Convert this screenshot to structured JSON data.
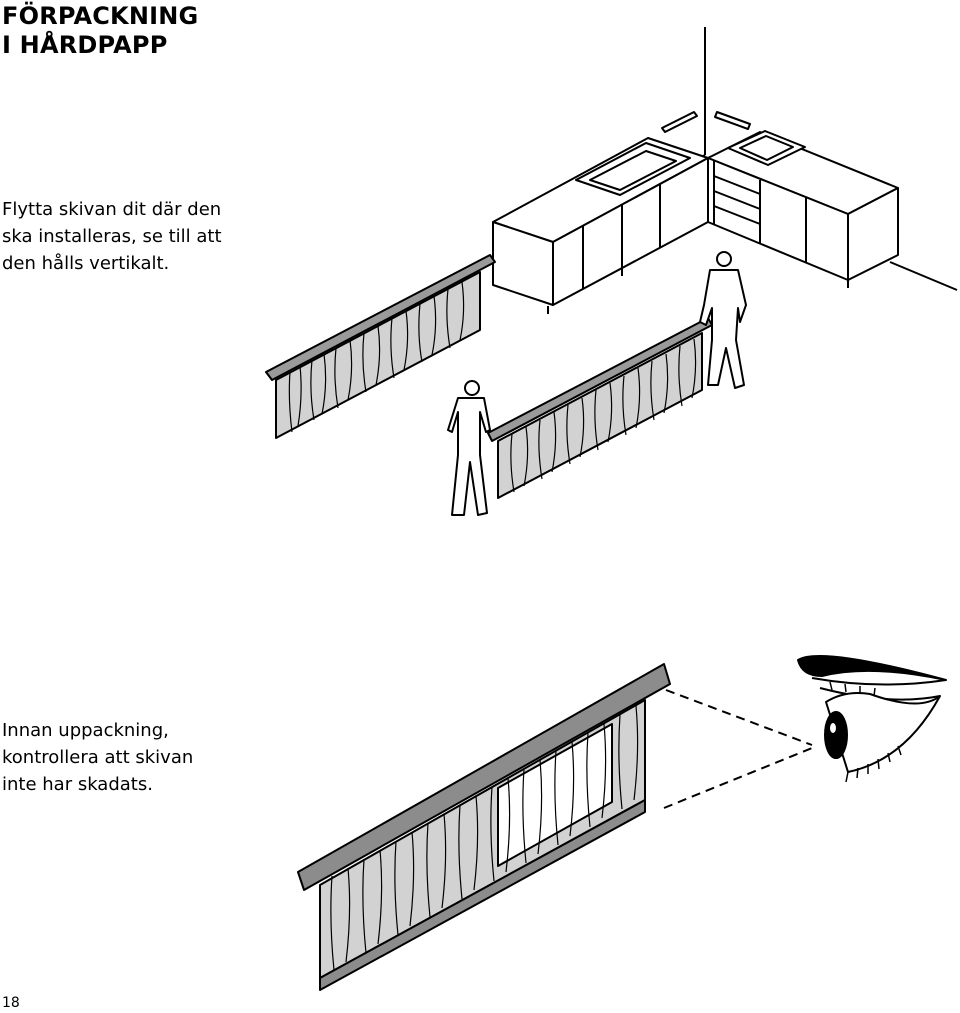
{
  "header": {
    "title_lines": [
      "FÖRPACKNING",
      "I HÅRDPAPP"
    ]
  },
  "steps": [
    {
      "text_lines": [
        "Flytta skivan dit där den",
        "ska installeras, se till att",
        "den hålls vertikalt."
      ],
      "illustration_icon": "two-people-carrying-worktop-to-kitchen-icon"
    },
    {
      "text_lines": [
        "Innan uppackning,",
        "kontrollera att skivan",
        "inte har skadats."
      ],
      "illustration_icon": "eye-inspecting-packaged-worktop-icon"
    }
  ],
  "footer": {
    "page_number": "18"
  },
  "colors": {
    "ink": "#000000",
    "cardboard": "#d2d2d2",
    "wrap_edge": "#8c8c8c"
  }
}
